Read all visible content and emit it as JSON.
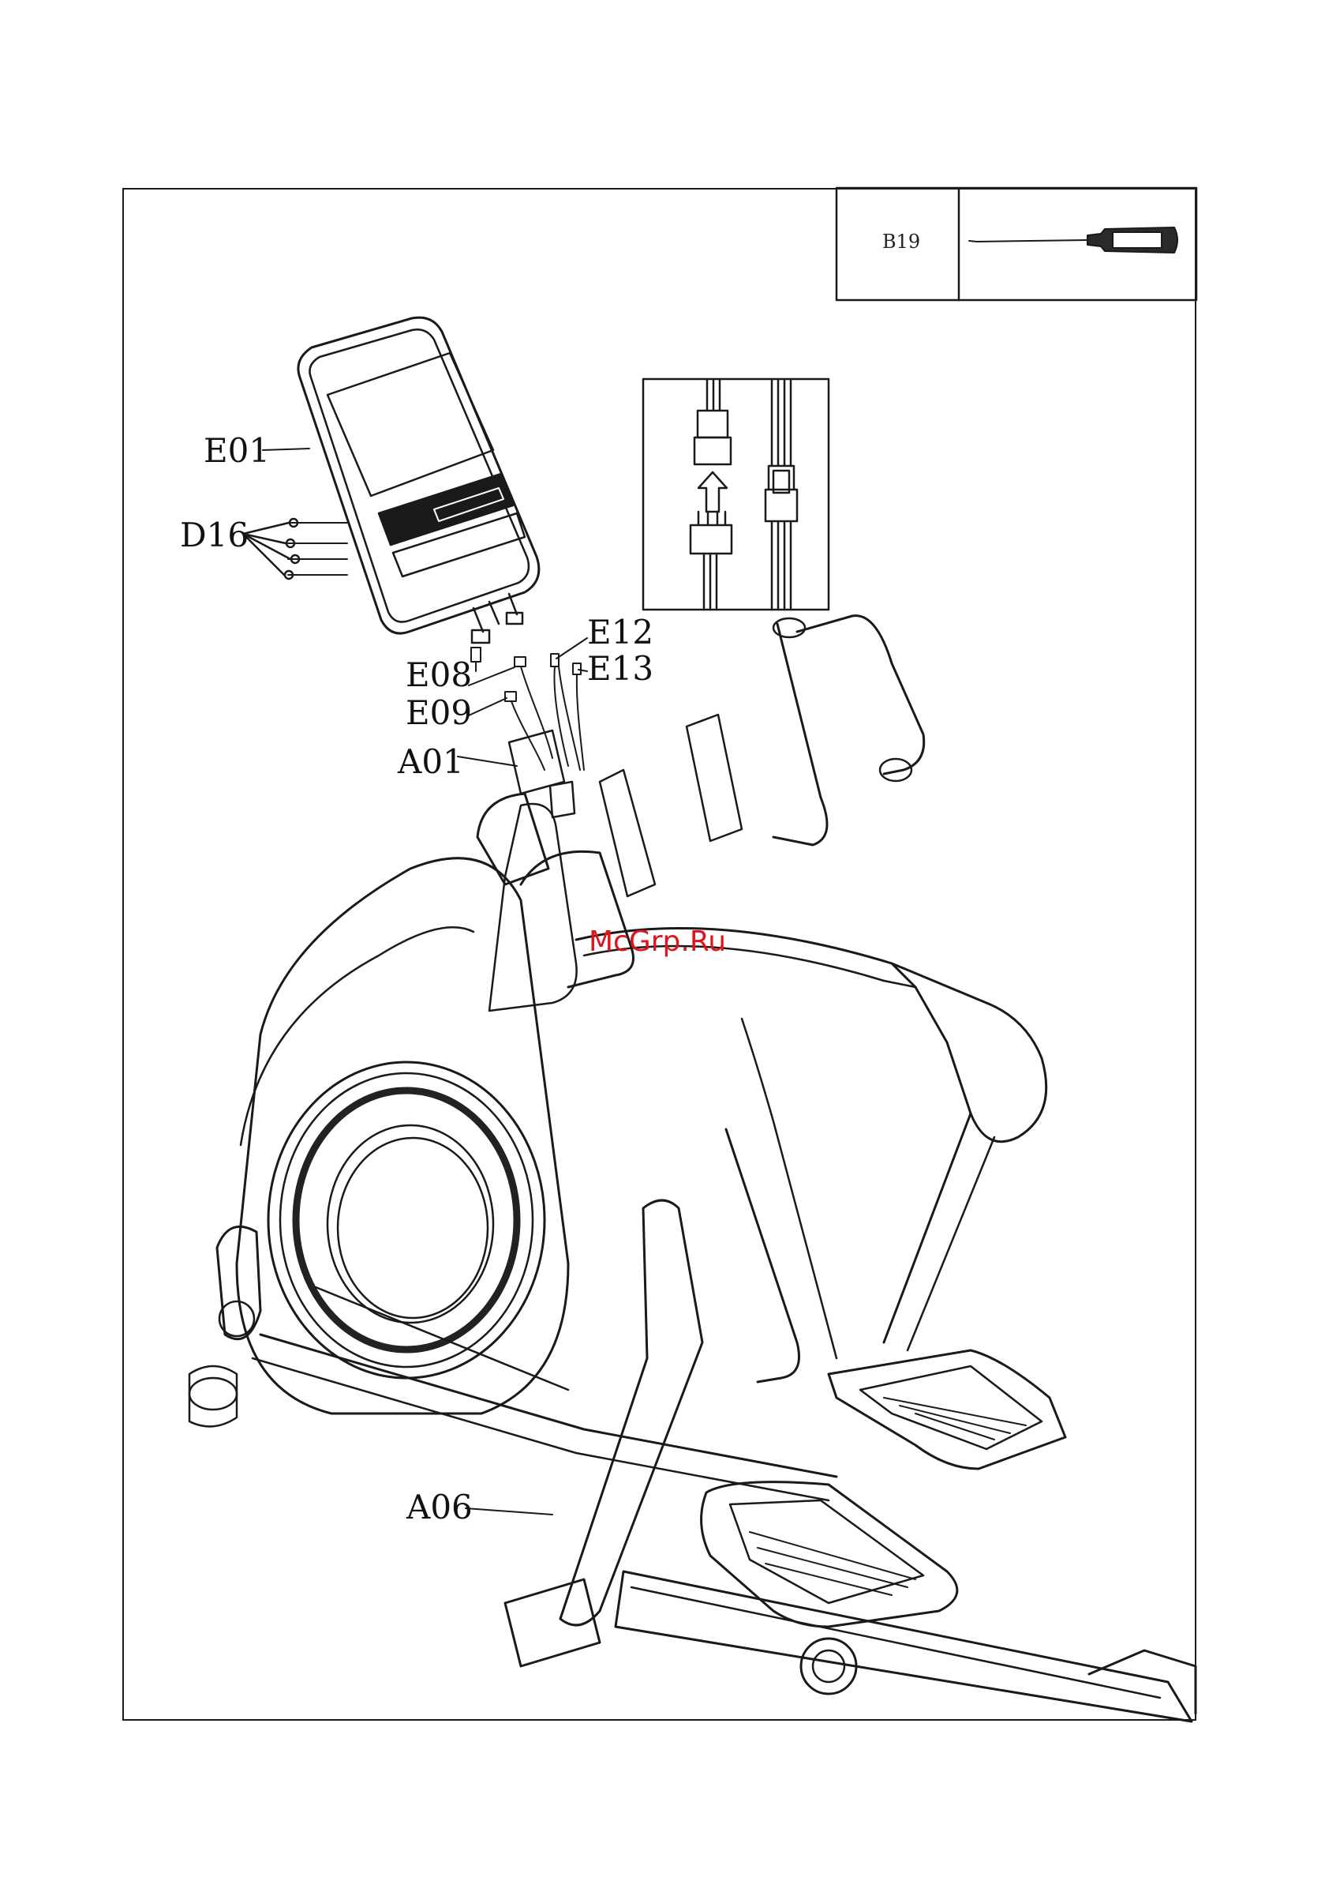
{
  "tool_box": {
    "code": "B19",
    "tool_icon": "screwdriver-icon"
  },
  "labels": {
    "e01": "E01",
    "d16": "D16",
    "e08": "E08",
    "e09": "E09",
    "e12": "E12",
    "e13": "E13",
    "a01": "A01",
    "a06": "A06"
  },
  "watermark": "McGrp.Ru",
  "colors": {
    "line": "#1a1a1a",
    "watermark": "#e0141e"
  }
}
